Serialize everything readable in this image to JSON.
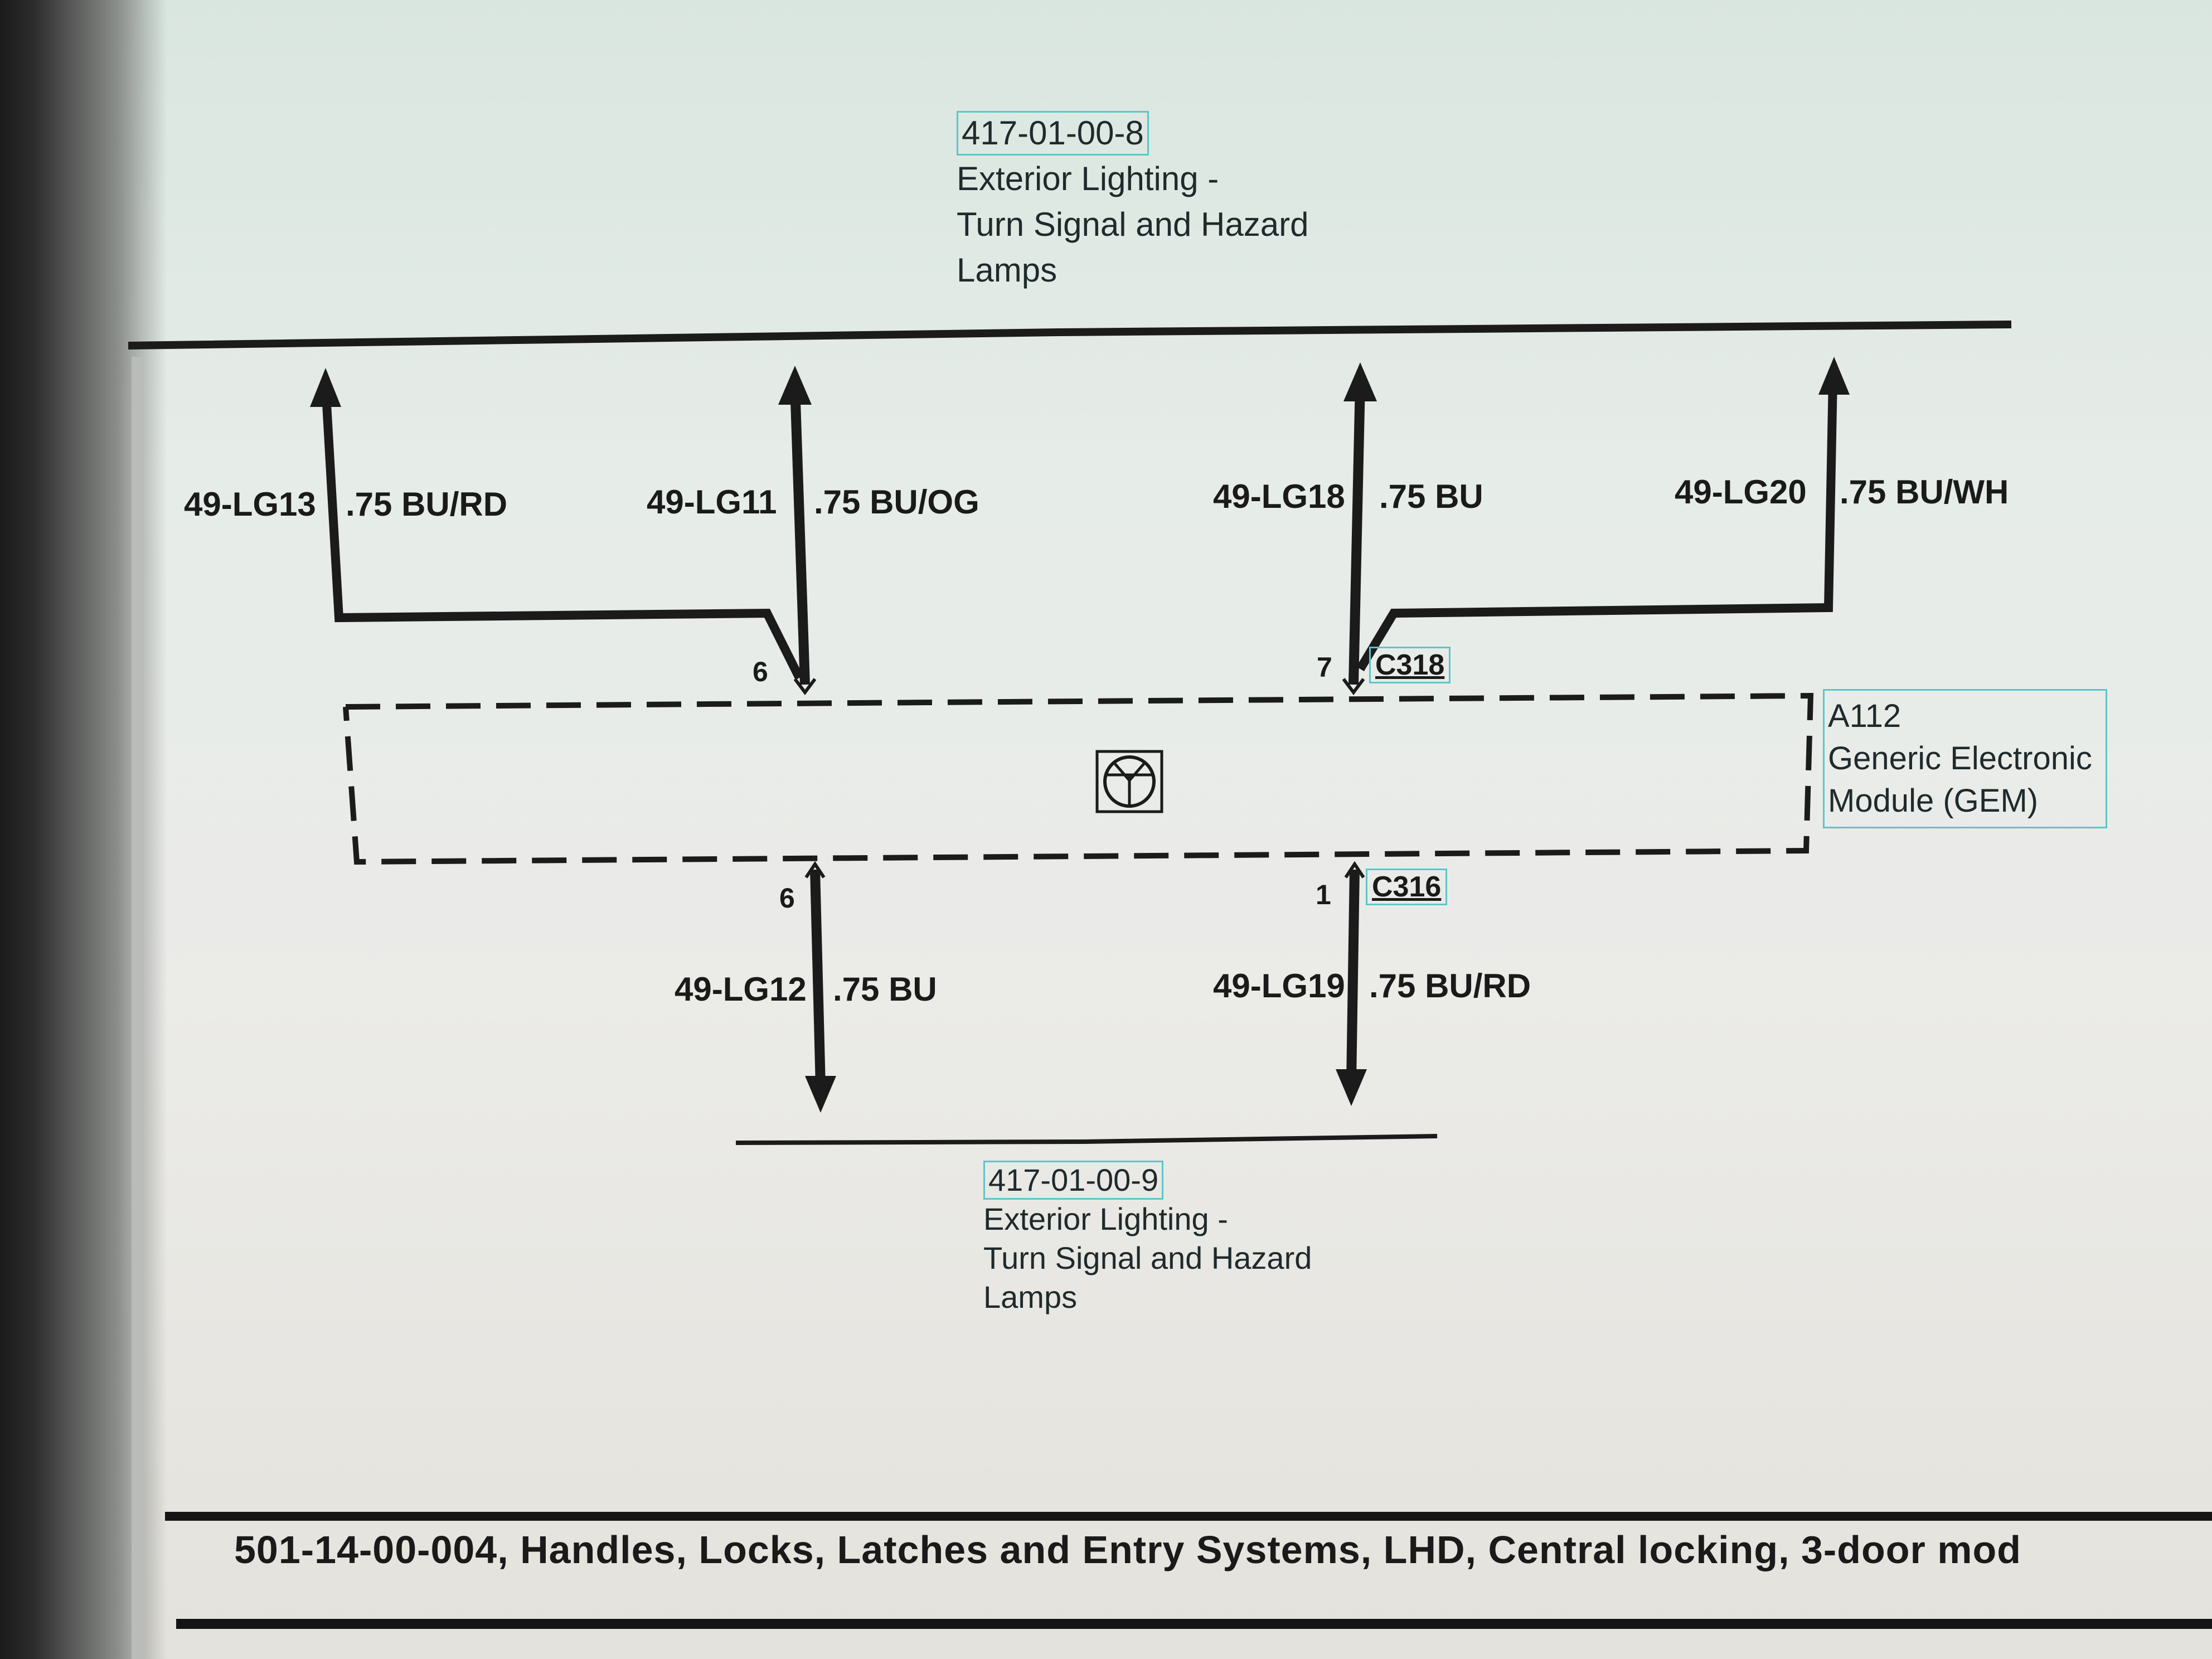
{
  "top_ref": {
    "code": "417-01-00-8",
    "line1": "Exterior Lighting -",
    "line2": "Turn Signal and Hazard",
    "line3": "Lamps"
  },
  "bottom_ref": {
    "code": "417-01-00-9",
    "line1": "Exterior Lighting -",
    "line2": "Turn Signal and Hazard",
    "line3": "Lamps"
  },
  "wires": {
    "lg13": {
      "circuit": "49-LG13",
      "spec": ".75 BU/RD"
    },
    "lg11": {
      "circuit": "49-LG11",
      "spec": ".75 BU/OG"
    },
    "lg18": {
      "circuit": "49-LG18",
      "spec": ".75 BU"
    },
    "lg20": {
      "circuit": "49-LG20",
      "spec": ".75 BU/WH"
    },
    "lg12": {
      "circuit": "49-LG12",
      "spec": ".75 BU"
    },
    "lg19": {
      "circuit": "49-LG19",
      "spec": ".75 BU/RD"
    }
  },
  "pins": {
    "top_left": "6",
    "top_right": "7",
    "bottom_left": "6",
    "bottom_right": "1"
  },
  "connectors": {
    "top": "C318",
    "bottom": "C316"
  },
  "module": {
    "id": "A112",
    "line1": "Generic Electronic",
    "line2": "Module (GEM)"
  },
  "footer": {
    "title": "501-14-00-004, Handles, Locks, Latches and Entry Systems, LHD, Central locking, 3-door mod"
  },
  "icons": {
    "module_symbol": "steering-wheel-icon"
  }
}
